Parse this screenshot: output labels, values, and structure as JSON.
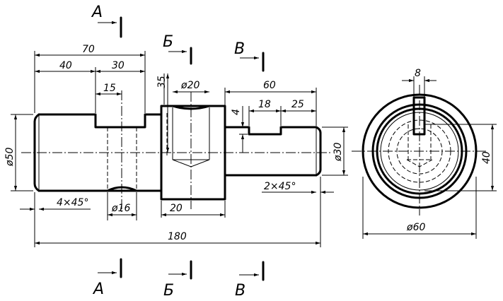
{
  "section_labels": {
    "a": "А",
    "b": "Б",
    "v": "В"
  },
  "dims": {
    "d70": "70",
    "d40": "40",
    "d30": "30",
    "d15": "15",
    "d35": "35",
    "phi20": "ø20",
    "d60": "60",
    "d4": "4",
    "d18": "18",
    "d25": "25",
    "phi50": "ø50",
    "phi30": "ø30",
    "d8": "8",
    "d40b": "40",
    "chamfer_left": "4×45°",
    "phi16": "ø16",
    "d20": "20",
    "chamfer_right": "2×45°",
    "d180": "180",
    "phi60": "ø60"
  }
}
